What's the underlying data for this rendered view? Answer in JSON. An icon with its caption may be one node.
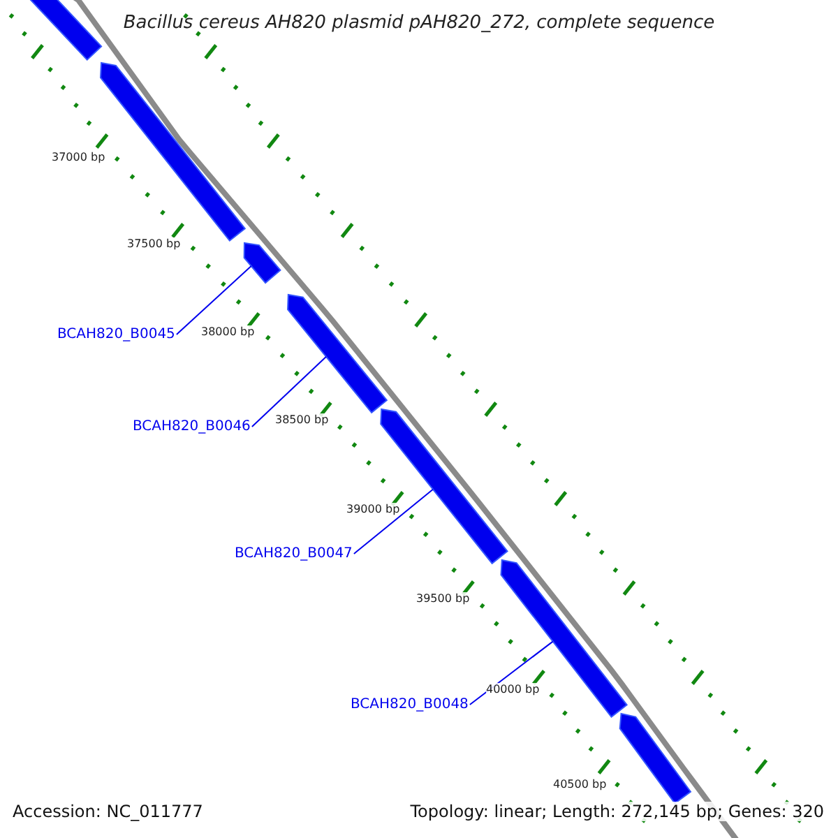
{
  "diagram": {
    "title": "Bacillus cereus AH820 plasmid pAH820_272, complete sequence",
    "nodes": [
      {
        "text": [],
        "shape": "bar"
      },
      {
        "text": [],
        "shape": "bar"
      },
      {
        "text": [],
        "shape": "bar"
      },
      {
        "text": [],
        "shape": "bar"
      },
      {
        "text": [],
        "shape": "bar"
      },
      {
        "text": [],
        "shape": "bar"
      },
      {
        "text": [],
        "shape": "bar"
      },
      {
        "text": [
          "BCAH820_B0045"
        ]
      },
      {
        "text": [
          "BCAH820_B0046"
        ]
      },
      {
        "text": [
          "BCAH820_B0047"
        ]
      },
      {
        "text": [
          "BCAH820_B0048"
        ]
      }
    ],
    "edges": [
      {
        "from": 7,
        "to": 2,
        "arrow": "none"
      },
      {
        "from": 8,
        "to": 3,
        "arrow": "none"
      },
      {
        "from": 9,
        "to": 4,
        "arrow": "none"
      },
      {
        "from": 10,
        "to": 5,
        "arrow": "none"
      }
    ],
    "labels": [
      "37000 bp",
      "37500 bp",
      "38000 bp",
      "38500 bp",
      "39000 bp",
      "39500 bp",
      "40000 bp",
      "40500 bp",
      "Accession: NC_011777",
      "Topology: linear; Length: 272,145 bp; Genes: 320"
    ]
  }
}
